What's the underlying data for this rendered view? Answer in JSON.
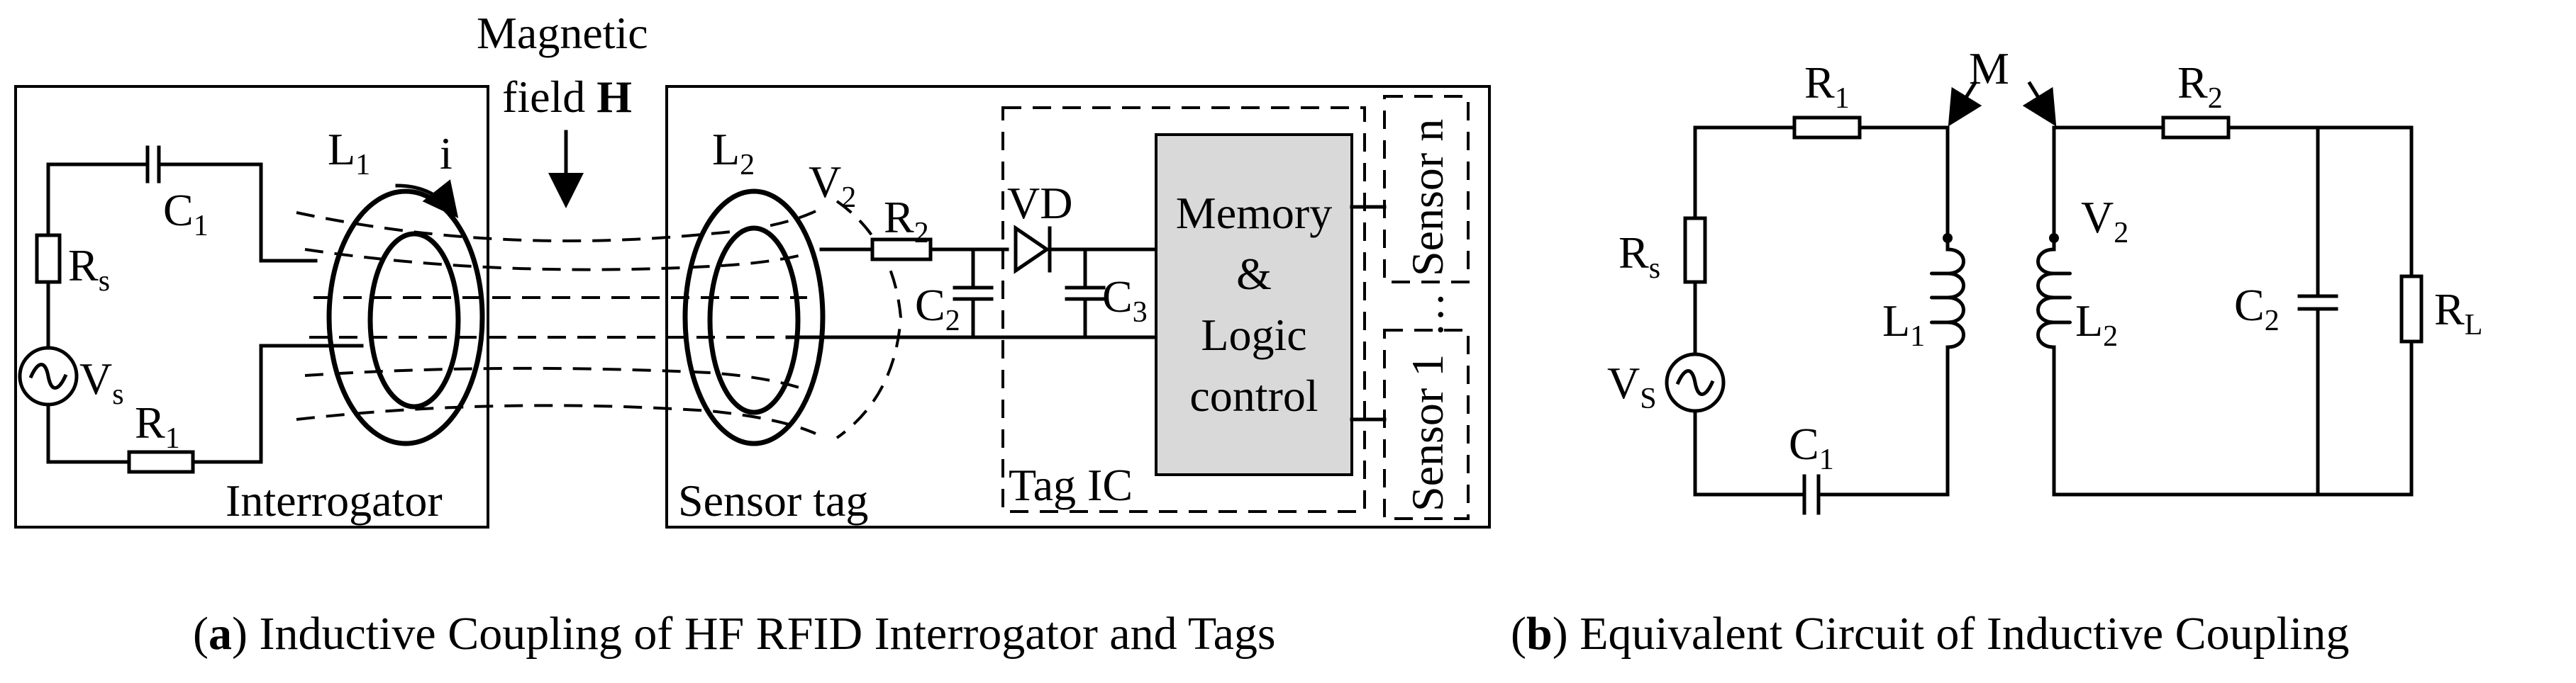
{
  "panel_a": {
    "field_label_1": "Magnetic",
    "field_label_2": "field",
    "field_symbol": "H",
    "interrogator_label": "Interrogator",
    "sensor_tag_label": "Sensor tag",
    "tag_ic_label": "Tag IC",
    "block_line_1": "Memory",
    "block_line_2": "&",
    "block_line_3": "Logic",
    "block_line_4": "control",
    "sensor_n_label": "Sensor n",
    "sensor_1_label": "Sensor 1",
    "sensor_dots": "…",
    "current_label": "i",
    "diode_label": "VD",
    "components": {
      "L1": {
        "letter": "L",
        "sub": "1"
      },
      "C1": {
        "letter": "C",
        "sub": "1"
      },
      "Rs": {
        "letter": "R",
        "sub": "s"
      },
      "Vs": {
        "letter": "V",
        "sub": "s"
      },
      "R1": {
        "letter": "R",
        "sub": "1"
      },
      "L2": {
        "letter": "L",
        "sub": "2"
      },
      "V2": {
        "letter": "V",
        "sub": "2"
      },
      "R2": {
        "letter": "R",
        "sub": "2"
      },
      "C2": {
        "letter": "C",
        "sub": "2"
      },
      "C3": {
        "letter": "C",
        "sub": "3"
      }
    },
    "caption_letter": "(a)",
    "caption_text": " Inductive Coupling of HF RFID Interrogator and Tags"
  },
  "panel_b": {
    "mutual_label": "M",
    "components": {
      "R1": {
        "letter": "R",
        "sub": "1"
      },
      "R2": {
        "letter": "R",
        "sub": "2"
      },
      "Rs": {
        "letter": "R",
        "sub": "s"
      },
      "VS": {
        "letter": "V",
        "sub": "S"
      },
      "L1": {
        "letter": "L",
        "sub": "1"
      },
      "L2": {
        "letter": "L",
        "sub": "2"
      },
      "V2": {
        "letter": "V",
        "sub": "2"
      },
      "C2": {
        "letter": "C",
        "sub": "2"
      },
      "RL": {
        "letter": "R",
        "sub": "L"
      },
      "C1": {
        "letter": "C",
        "sub": "1"
      }
    },
    "caption_letter": "(b)",
    "caption_text": " Equivalent Circuit of Inductive Coupling"
  }
}
